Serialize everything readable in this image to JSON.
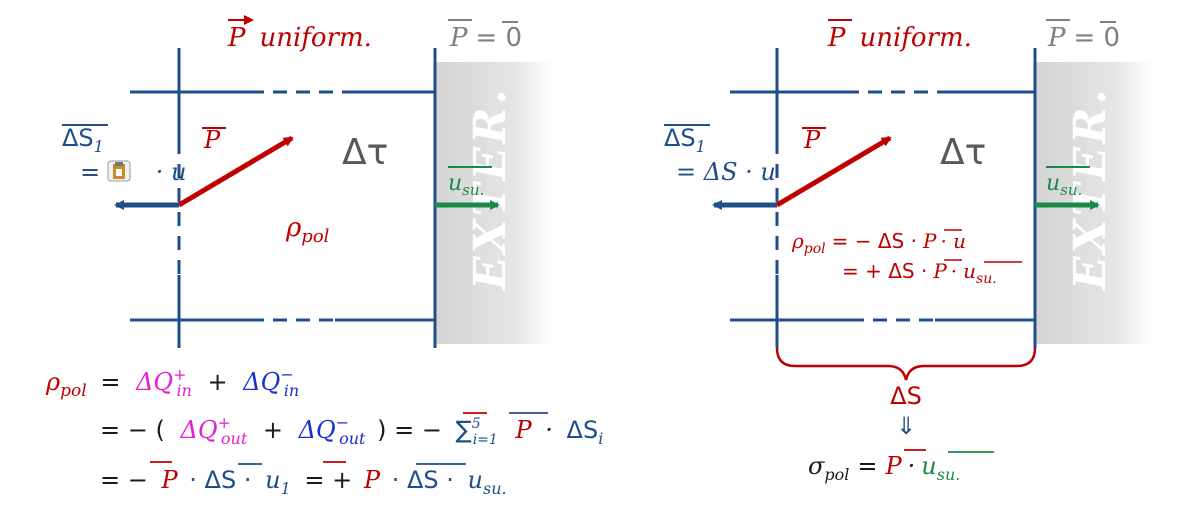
{
  "colors": {
    "frame": "#1f4e8c",
    "polarization": "#c00000",
    "surface_normal": "#1f4e8c",
    "outward_normal": "#1a8a4a",
    "magenta": "#e21fd4",
    "blue": "#1a2fd0",
    "gray": "#808080",
    "exterior_shade": "#d9d9d9"
  },
  "icons": [
    "right-arrow",
    "double-down-arrow",
    "clipboard-icon"
  ],
  "left_panel": {
    "p_uniform": {
      "vec": "P",
      "text": "uniform."
    },
    "p_zero": {
      "lhs": "P",
      "rhs": "= 0"
    },
    "exterior_label": "EXTER.",
    "delta_s1": {
      "label": "ΔS",
      "sub": "1",
      "eq_prefix": "=",
      "eq_suffix": "· u"
    },
    "p_label": "P",
    "delta_tau": "Δτ",
    "u_su": {
      "base": "u",
      "sub": "su."
    },
    "rho": {
      "base": "ρ",
      "sub": "pol"
    }
  },
  "right_panel": {
    "p_uniform": {
      "vec": "P",
      "text": "uniform."
    },
    "p_zero": {
      "lhs": "P",
      "rhs": "= 0"
    },
    "exterior_label": "EXTER.",
    "delta_s1": {
      "label": "ΔS",
      "sub": "1",
      "eq": "= ΔS · u"
    },
    "p_label": "P",
    "delta_tau": "Δτ",
    "u_su": {
      "base": "u",
      "sub": "su."
    },
    "rho_line1": {
      "base": "ρ",
      "sub": "pol",
      "mid": "= − ΔS ·",
      "vec": "P",
      "tail": "· u"
    },
    "rho_line2": {
      "mid": "= + ΔS ·",
      "vec": "P",
      "tail": "·",
      "u_base": "u",
      "u_sub": "su."
    },
    "brace_label": "ΔS",
    "sigma": {
      "base": "σ",
      "sub": "pol",
      "eq": "=",
      "vec": "P",
      "dot": "·",
      "u_base": "u",
      "u_sub": "su."
    }
  },
  "equations": {
    "line1": {
      "rho": "ρ",
      "rho_sub": "pol",
      "eq": "=",
      "t1": "ΔQ",
      "t1_sup": "+",
      "t1_sub": "in",
      "plus": "+",
      "t2": "ΔQ",
      "t2_sup": "−",
      "t2_sub": "in"
    },
    "line2": {
      "pre": "= − (",
      "t1": "ΔQ",
      "t1_sup": "+",
      "t1_sub": "out",
      "plus": "+",
      "t2": "ΔQ",
      "t2_sup": "−",
      "t2_sub": "out",
      "close": ") = −",
      "sum": "∑",
      "sum_sub": "i=1",
      "sum_sup": "5",
      "vec": "P",
      "dot": "·",
      "ds": "ΔS",
      "ds_sub": "i"
    },
    "line3": {
      "pre": "= −",
      "vec1": "P",
      "mid1": "· ΔS ·",
      "u1": "u",
      "u1_sub": "1",
      "eq": "= +",
      "vec2": "P",
      "mid2": "· ΔS ·",
      "u2": "u",
      "u2_sub": "su."
    }
  }
}
